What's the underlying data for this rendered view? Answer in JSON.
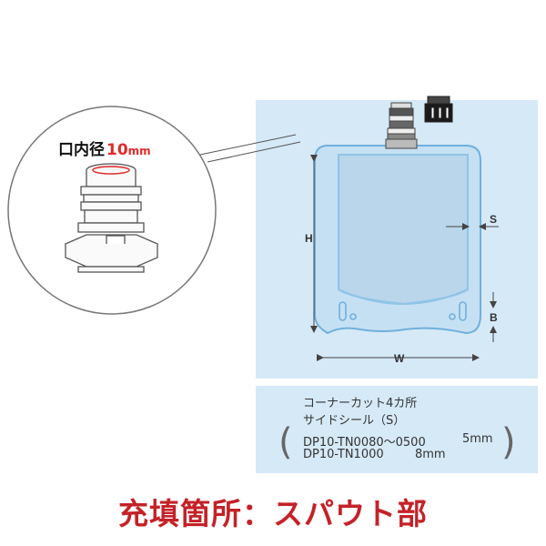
{
  "callout": {
    "label": "口内径",
    "value": "10",
    "unit": "mm"
  },
  "dimensions": {
    "height": "H",
    "width": "W",
    "side_seal": "S",
    "bottom": "B"
  },
  "notes": {
    "line1": "コーナーカット4カ所",
    "line2": "サイドシール（S）",
    "spec1_model": "DP10-TN0080～0500",
    "spec1_size": "5mm",
    "spec2_model": "DP10-TN1000",
    "spec2_size": "8mm"
  },
  "caption": "充填箇所：スパウト部",
  "colors": {
    "accent": "#e02a2a",
    "caption": "#c42228",
    "panel": "#d6e9f7",
    "pouch_outline": "#8fc4e6"
  }
}
